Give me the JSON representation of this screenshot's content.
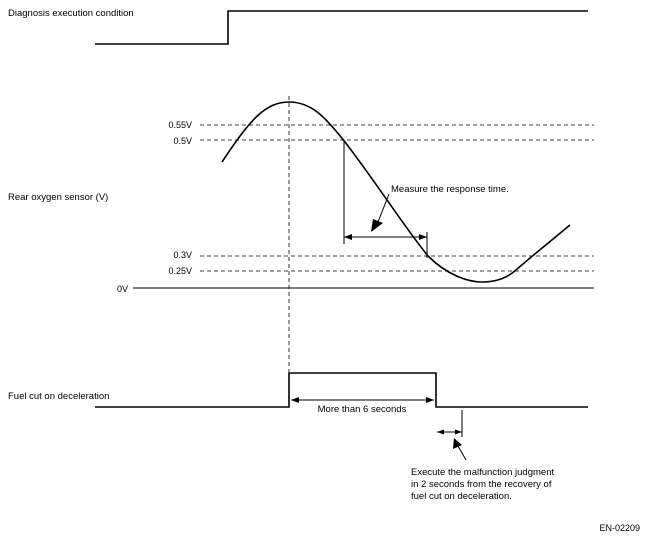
{
  "labels": {
    "diagnosis_condition": "Diagnosis execution condition",
    "rear_oxygen_sensor": "Rear oxygen sensor (V)",
    "fuel_cut": "Fuel cut on deceleration"
  },
  "voltage_levels": [
    {
      "label": "0.55V"
    },
    {
      "label": "0.5V"
    },
    {
      "label": "0.3V"
    },
    {
      "label": "0.25V"
    },
    {
      "label": "0V"
    }
  ],
  "annotations": {
    "measure_response": "Measure the response time.",
    "more_than": "More than 6 seconds",
    "execute_lines": [
      "Execute the malfunction judgment",
      "in 2 seconds from the recovery of",
      "fuel cut on deceleration."
    ]
  },
  "figure_code": "EN-02209",
  "colors": {
    "ink": "#000000",
    "background": "#ffffff"
  }
}
